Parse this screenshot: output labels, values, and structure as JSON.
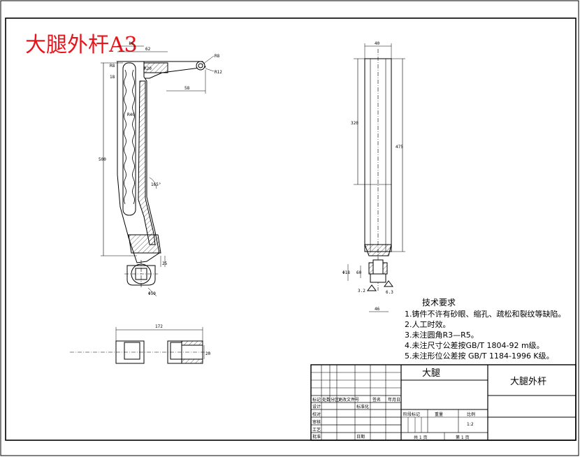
{
  "drawing": {
    "title": "大腿外杆A3"
  },
  "notes": {
    "heading": "技术要求",
    "items": [
      "1.铸件不许有砂眼、缩孔、疏松和裂纹等缺陷。",
      "2.人工时效。",
      "3.未注圆角R3—R5。",
      "4.未注尺寸公差按GB/T 1804-92 m级。",
      "5.未注形位公差按 GB/T 1184-1996 K级。"
    ]
  },
  "dimensions": {
    "front_top_width": "16",
    "front_top_span": "62",
    "front_hole_r": "R8",
    "front_pin_r": "R12",
    "front_arm_len": "58",
    "front_left_1": "18",
    "front_left_2": "R8",
    "front_r20": "R20",
    "front_r40": "R40",
    "front_height": "500",
    "front_angle": "165°",
    "front_bottom_h": "25",
    "front_bottom_dia": "Φ50",
    "side_top_width": "40",
    "side_inner_len": "320",
    "side_total_len": "475",
    "side_dim_small": "60",
    "side_hole": "Φ18",
    "side_tol": "3.2",
    "side_tol2": "6.3",
    "side_bottom_w": "46",
    "bottom_len": "172",
    "bottom_h": "20"
  },
  "title_block": {
    "part_group": "大腿",
    "part_name": "大腿外杆",
    "row_labels": [
      "标记",
      "处数",
      "分区",
      "更改文件号",
      "签名",
      "年月日"
    ],
    "side_labels": [
      "设计",
      "校对",
      "审核",
      "工艺",
      "标准化",
      "批准"
    ],
    "mid_labels": [
      "阶段标记",
      "重量",
      "比例"
    ],
    "scale": "1:2",
    "sheet_total": "共 1 页",
    "sheet_no": "第 1 页",
    "date_label": "日期"
  }
}
